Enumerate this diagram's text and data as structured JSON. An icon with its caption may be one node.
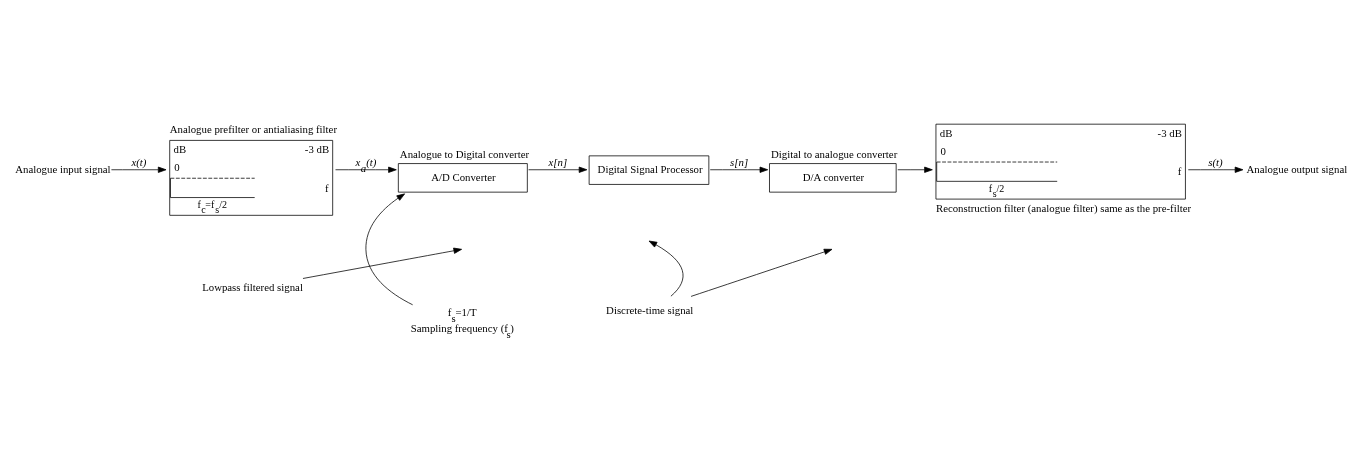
{
  "diagram": {
    "nodes": [
      {
        "text": [
          "Analogue input signal"
        ]
      },
      {
        "text": [
          "Analogue prefilter or antialiasing filter",
          "dB",
          "-3 dB",
          "0",
          "f",
          "f$_{c}$=f$_{s}$/2"
        ]
      },
      {
        "text": [
          "Analogue to Digital converter",
          "A/D Converter"
        ]
      },
      {
        "text": [
          "Digital Signal Processor"
        ]
      },
      {
        "text": [
          "Digital to analogue converter",
          "D/A converter"
        ]
      },
      {
        "text": [
          "dB",
          "-3 dB",
          "0",
          "f",
          "f$_{s}$/2",
          "Reconstruction filter (analogue filter) same as the pre-filter"
        ]
      },
      {
        "text": [
          "Analogue output signal"
        ]
      },
      {
        "text": [
          "Lowpass filtered signal"
        ]
      },
      {
        "text": [
          "f$_{s}$=1/T"
        ],
        "beside": [
          "Sampling frequency (f$_{s}$)"
        ]
      },
      {
        "text": [
          "Discrete-time signal"
        ]
      }
    ],
    "edges": [
      {
        "from": 0,
        "to": 1,
        "arrow": "to",
        "label": "x(t)"
      },
      {
        "from": 1,
        "to": 2,
        "arrow": "to",
        "label": "x$_{a}$(t)"
      },
      {
        "from": 2,
        "to": 3,
        "arrow": "to",
        "label": "x[n]"
      },
      {
        "from": 3,
        "to": 4,
        "arrow": "to",
        "label": "s[n]"
      },
      {
        "from": 4,
        "to": 5,
        "arrow": "to"
      },
      {
        "from": 5,
        "to": 6,
        "arrow": "to",
        "label": "s(t)"
      },
      {
        "from": 7,
        "to": null,
        "arrow": "to"
      },
      {
        "from": 8,
        "to": 2,
        "arrow": "to"
      },
      {
        "from": 9,
        "to": null,
        "arrow": "to"
      },
      {
        "from": 9,
        "to": null,
        "arrow": "to"
      }
    ]
  }
}
